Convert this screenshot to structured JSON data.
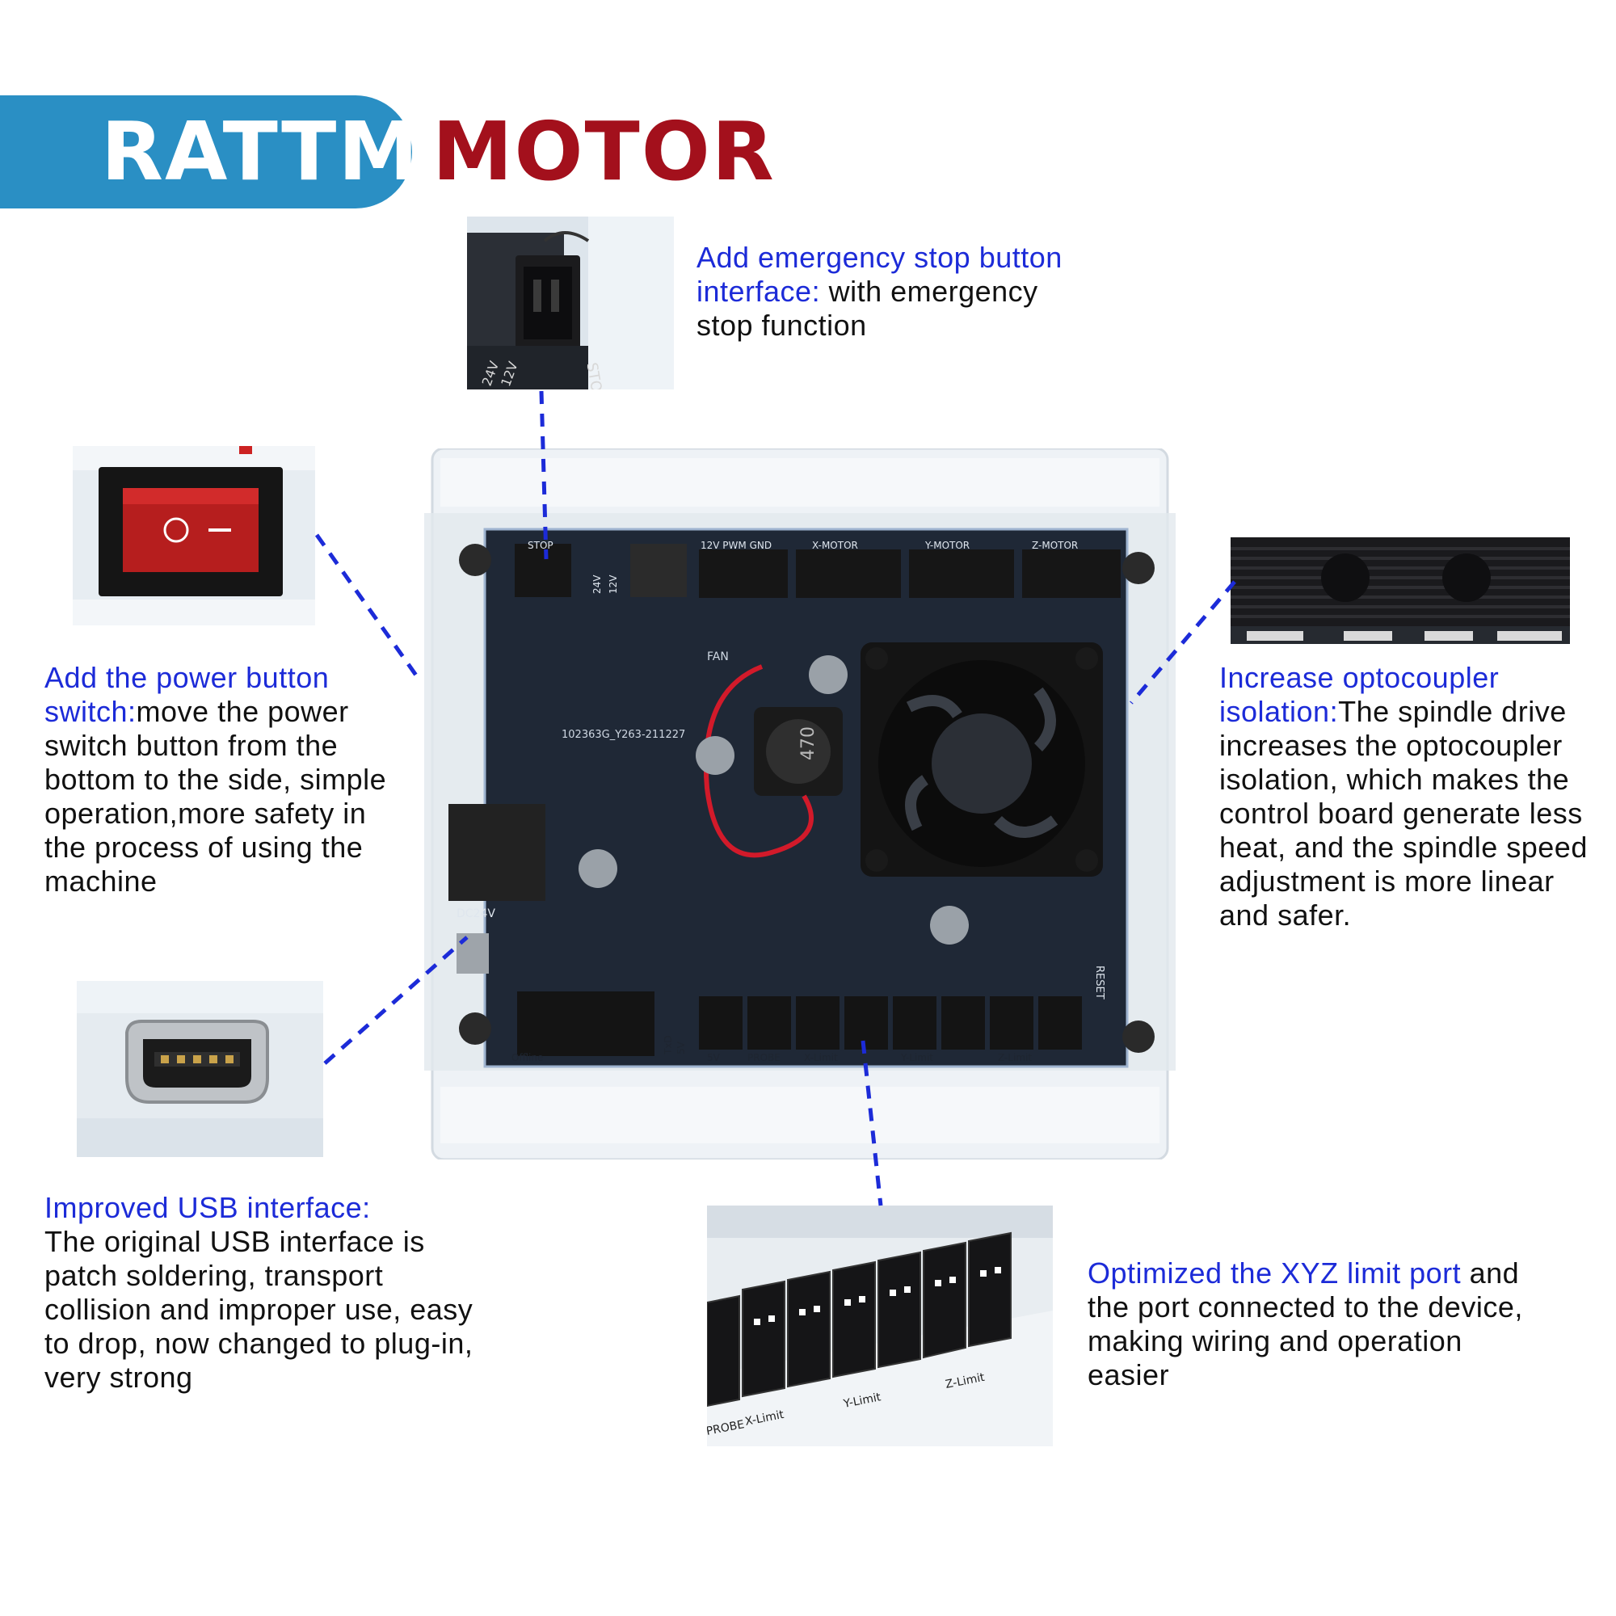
{
  "brand": {
    "left_word": "RATTM",
    "right_word": "MOTOR",
    "pill_color": "#2a8fc4",
    "right_color": "#a3101c"
  },
  "colors": {
    "highlight": "#1c2bd8",
    "text": "#111111",
    "leader": "#1c2bd8"
  },
  "callouts": {
    "estop": {
      "title": "Add emergency stop button interface:",
      "body": " with emergency stop function"
    },
    "power": {
      "title": "Add the power button switch:",
      "body": "move the power switch button from the bottom to the side, simple operation,more safety in the process of using the machine"
    },
    "opto": {
      "title": "Increase optocoupler isolation:",
      "body": "The spindle drive increases the optocoupler isolation, which makes the control board generate less heat, and the spindle speed adjustment is more linear and safer."
    },
    "usb": {
      "title": "Improved USB interface:",
      "body": "The original USB interface is patch soldering, transport collision and improper use, easy to drop, now changed to plug-in, very strong"
    },
    "limit": {
      "title": "Optimized the XYZ limit port",
      "body": " and the port connected to the device, making wiring and operation easier"
    }
  },
  "board_labels": {
    "stop": "STOP",
    "spindle_header": "12V PWM GND",
    "x_motor": "X-MOTOR",
    "y_motor": "Y-MOTOR",
    "z_motor": "Z-MOTOR",
    "v24": "24V",
    "v12": "12V",
    "fan": "FAN",
    "board_id": "102363G_Y263-211227",
    "inductor": "470",
    "dc_in": "DC24V",
    "reset": "RESET",
    "offline": "Offline",
    "txd": "TxD",
    "v5_left": "5V",
    "v5": "5V",
    "probe": "PROBE",
    "x_limit": "X-Limit",
    "y_limit": "Y-Limit",
    "z_limit": "Z-Limit"
  },
  "inset_labels": {
    "estop_24v": "24V",
    "estop_12v": "12V",
    "estop_stop": "STOP",
    "limit_probe": "PROBE",
    "limit_x": "X-Limit",
    "limit_y": "Y-Limit",
    "limit_z": "Z-Limit"
  }
}
